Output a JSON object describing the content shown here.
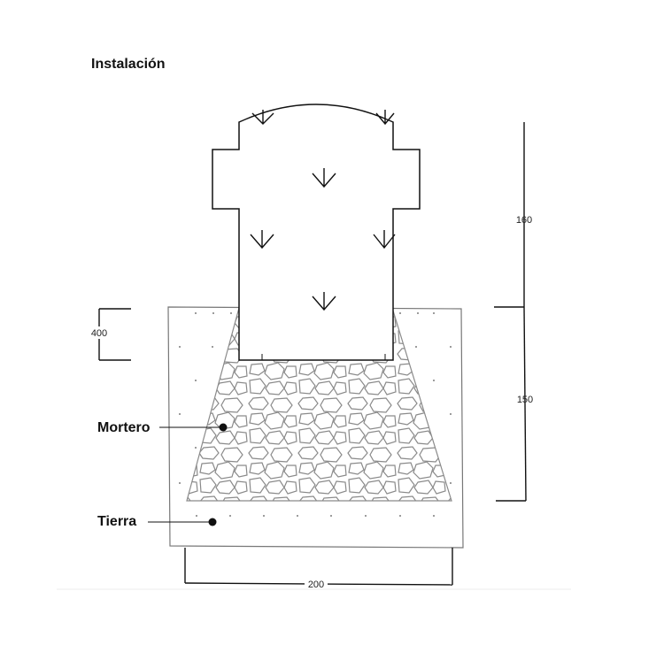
{
  "title": "Instalación",
  "dimensions": {
    "upper_height": "160",
    "lower_height": "150",
    "embed_depth": "400",
    "base_width": "200"
  },
  "labels": {
    "mortar": "Mortero",
    "soil": "Tierra"
  },
  "colors": {
    "line": "#111111",
    "foundation_outline": "#777777",
    "stone_outline": "#8a8a8a"
  }
}
